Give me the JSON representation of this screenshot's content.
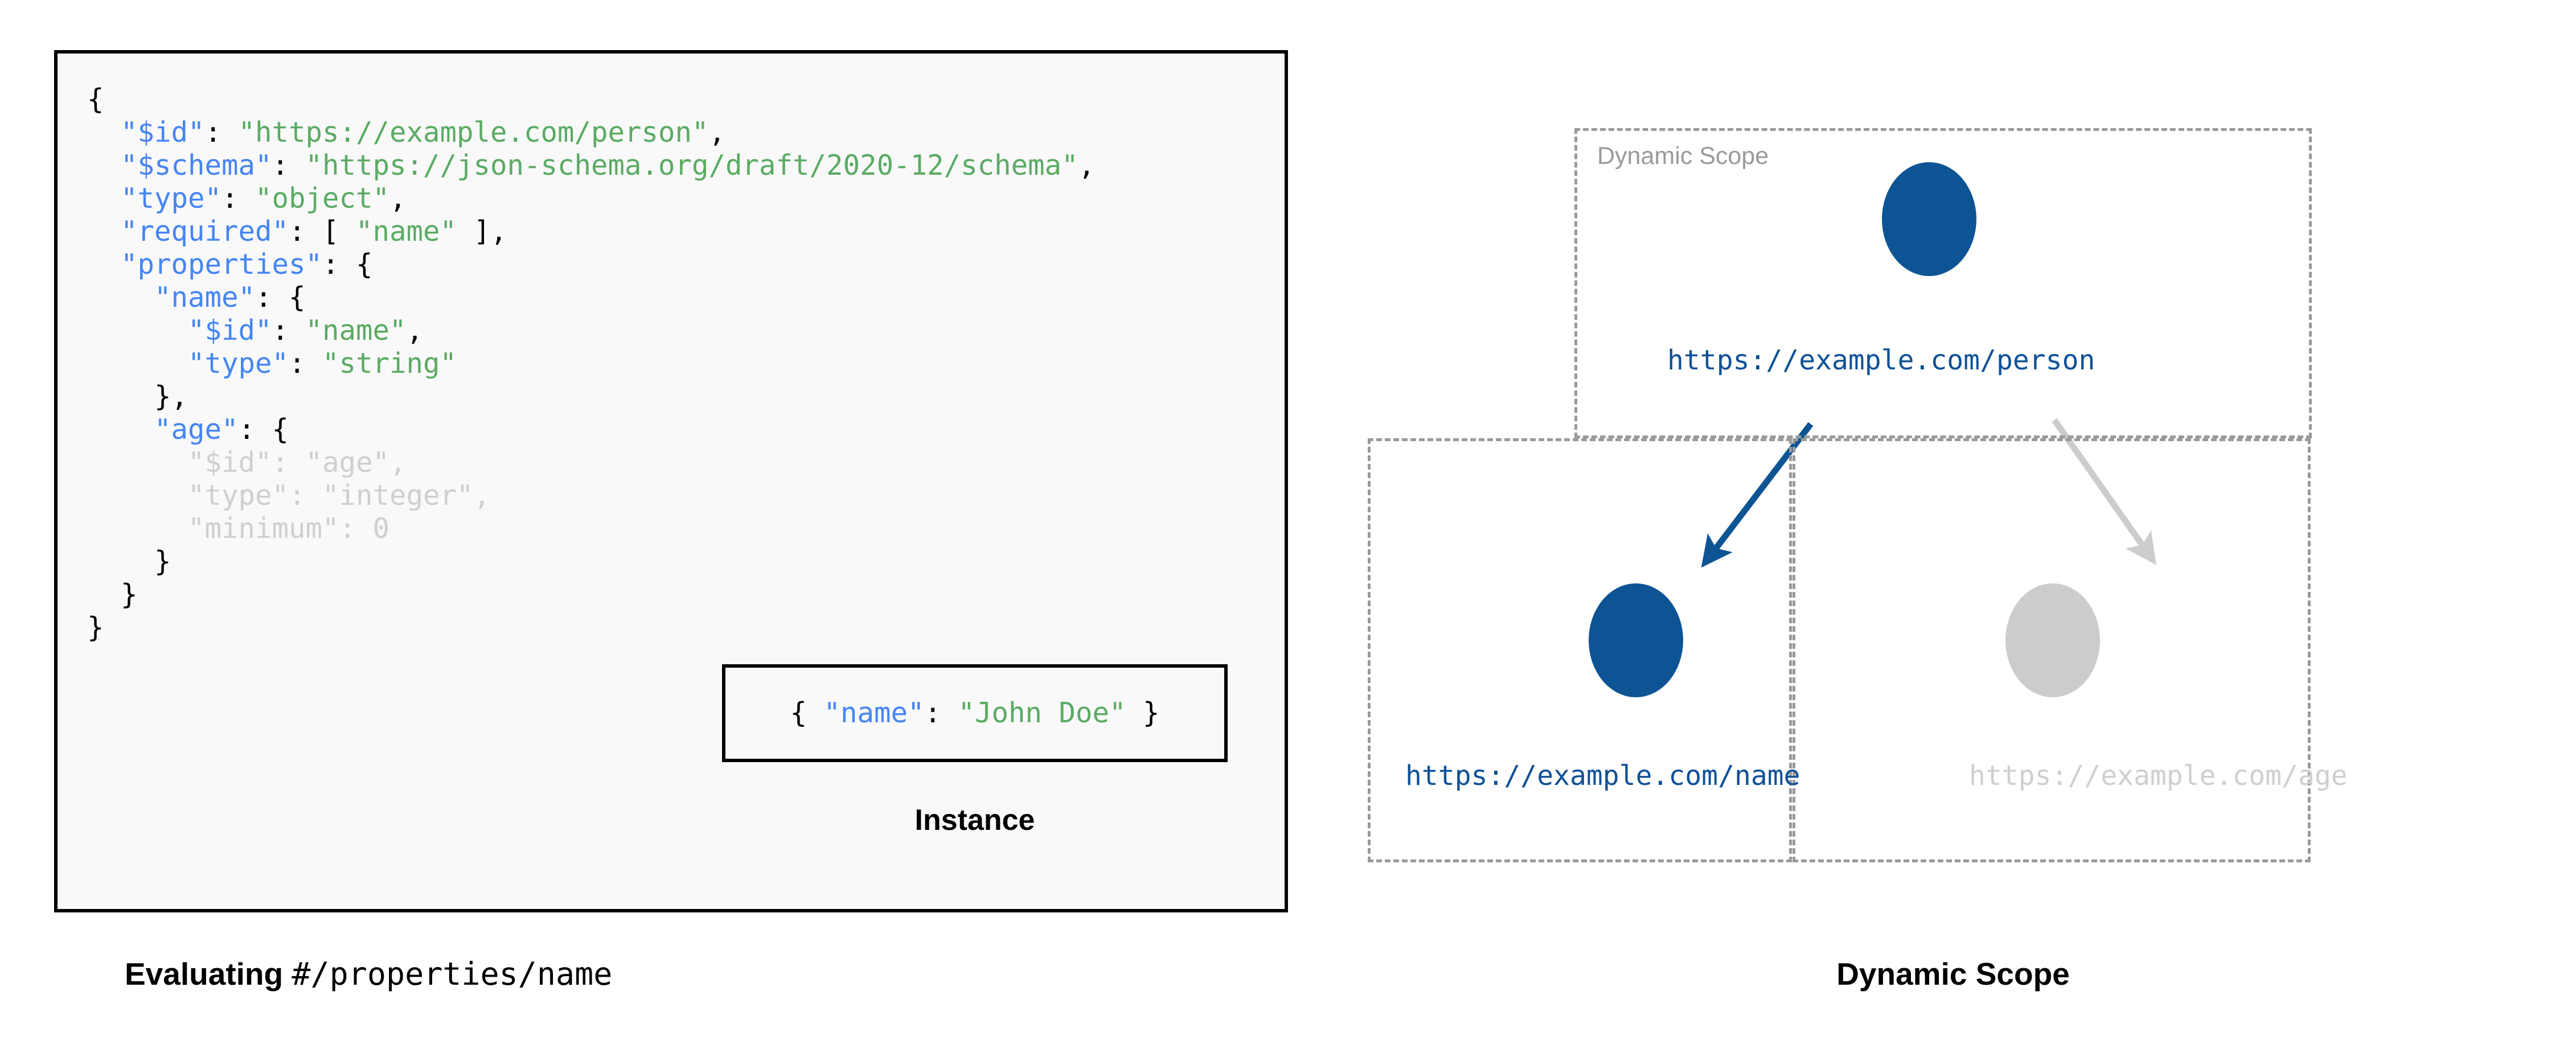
{
  "schema_panel": {
    "lines": [
      {
        "indent": 0,
        "tokens": [
          {
            "t": "{",
            "c": "punct"
          }
        ]
      },
      {
        "indent": 1,
        "tokens": [
          {
            "t": "\"$id\"",
            "c": "key"
          },
          {
            "t": ": ",
            "c": "punct"
          },
          {
            "t": "\"https://example.com/person\"",
            "c": "str"
          },
          {
            "t": ",",
            "c": "punct"
          }
        ]
      },
      {
        "indent": 1,
        "tokens": [
          {
            "t": "\"$schema\"",
            "c": "key"
          },
          {
            "t": ": ",
            "c": "punct"
          },
          {
            "t": "\"https://json-schema.org/draft/2020-12/schema\"",
            "c": "str"
          },
          {
            "t": ",",
            "c": "punct"
          }
        ]
      },
      {
        "indent": 1,
        "tokens": [
          {
            "t": "\"type\"",
            "c": "key"
          },
          {
            "t": ": ",
            "c": "punct"
          },
          {
            "t": "\"object\"",
            "c": "str"
          },
          {
            "t": ",",
            "c": "punct"
          }
        ]
      },
      {
        "indent": 1,
        "tokens": [
          {
            "t": "\"required\"",
            "c": "key"
          },
          {
            "t": ": [ ",
            "c": "punct"
          },
          {
            "t": "\"name\"",
            "c": "str"
          },
          {
            "t": " ],",
            "c": "punct"
          }
        ]
      },
      {
        "indent": 1,
        "tokens": [
          {
            "t": "\"properties\"",
            "c": "key"
          },
          {
            "t": ": {",
            "c": "punct"
          }
        ]
      },
      {
        "indent": 2,
        "tokens": [
          {
            "t": "\"name\"",
            "c": "key"
          },
          {
            "t": ": {",
            "c": "punct"
          }
        ]
      },
      {
        "indent": 3,
        "tokens": [
          {
            "t": "\"$id\"",
            "c": "key"
          },
          {
            "t": ": ",
            "c": "punct"
          },
          {
            "t": "\"name\"",
            "c": "str"
          },
          {
            "t": ",",
            "c": "punct"
          }
        ]
      },
      {
        "indent": 3,
        "tokens": [
          {
            "t": "\"type\"",
            "c": "key"
          },
          {
            "t": ": ",
            "c": "punct"
          },
          {
            "t": "\"string\"",
            "c": "str"
          }
        ]
      },
      {
        "indent": 2,
        "tokens": [
          {
            "t": "},",
            "c": "punct"
          }
        ]
      },
      {
        "indent": 2,
        "tokens": [
          {
            "t": "\"age\"",
            "c": "key"
          },
          {
            "t": ": {",
            "c": "punct"
          }
        ]
      },
      {
        "indent": 3,
        "tokens": [
          {
            "t": "\"$id\"",
            "c": "dim-key"
          },
          {
            "t": ": ",
            "c": "dim-punct"
          },
          {
            "t": "\"age\"",
            "c": "dim-str"
          },
          {
            "t": ",",
            "c": "dim-punct"
          }
        ]
      },
      {
        "indent": 3,
        "tokens": [
          {
            "t": "\"type\"",
            "c": "dim-key"
          },
          {
            "t": ": ",
            "c": "dim-punct"
          },
          {
            "t": "\"integer\"",
            "c": "dim-str"
          },
          {
            "t": ",",
            "c": "dim-punct"
          }
        ]
      },
      {
        "indent": 3,
        "tokens": [
          {
            "t": "\"minimum\"",
            "c": "dim-key"
          },
          {
            "t": ": ",
            "c": "dim-punct"
          },
          {
            "t": "0",
            "c": "dim-num"
          }
        ]
      },
      {
        "indent": 2,
        "tokens": [
          {
            "t": "}",
            "c": "punct"
          }
        ]
      },
      {
        "indent": 1,
        "tokens": [
          {
            "t": "}",
            "c": "punct"
          }
        ]
      },
      {
        "indent": 0,
        "tokens": [
          {
            "t": "}",
            "c": "punct"
          }
        ]
      }
    ]
  },
  "instance": {
    "code_tokens": [
      {
        "t": "{ ",
        "c": "punct"
      },
      {
        "t": "\"name\"",
        "c": "key"
      },
      {
        "t": ": ",
        "c": "punct"
      },
      {
        "t": "\"John Doe\"",
        "c": "str"
      },
      {
        "t": " }",
        "c": "punct"
      }
    ],
    "caption": "Instance"
  },
  "left_caption": {
    "bold_part": "Evaluating ",
    "mono_part": "#/properties/name"
  },
  "diagram": {
    "scope_box_label": "Dynamic Scope",
    "nodes": [
      {
        "id": "person",
        "label": "https://example.com/person",
        "state": "active",
        "color": "#0d5494"
      },
      {
        "id": "name",
        "label": "https://example.com/name",
        "state": "active",
        "color": "#0d5494"
      },
      {
        "id": "age",
        "label": "https://example.com/age",
        "state": "dimmed",
        "color": "#cccccc"
      }
    ],
    "edges": [
      {
        "from": "person",
        "to": "name",
        "state": "active",
        "color": "#0d5494"
      },
      {
        "from": "person",
        "to": "age",
        "state": "dimmed",
        "color": "#cccccc"
      }
    ],
    "box_border_color": "#9a9a9a",
    "caption": "Dynamic Scope"
  },
  "colors": {
    "accent_blue": "#0d5494",
    "key_blue": "#4585f5",
    "string_green": "#5aab63",
    "dim_grey": "#cfcfcf",
    "border_black": "#000000",
    "panel_bg": "#f9f9f9"
  }
}
